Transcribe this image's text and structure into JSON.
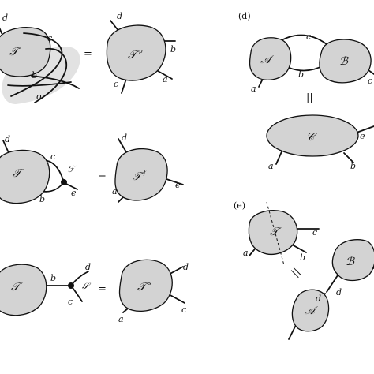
{
  "panel_labels": {
    "d": "(d)",
    "e": "(e)"
  },
  "equals": {
    "sign": "=",
    "vertical_d": "||",
    "vertical_e": "||"
  },
  "row1": {
    "left": {
      "tensor": "𝒯",
      "legs": [
        "d",
        "c",
        "b"
      ],
      "region": "σ"
    },
    "right": {
      "tensor": "𝒯",
      "sup": "p",
      "legs": [
        "d",
        "b",
        "a",
        "c"
      ]
    }
  },
  "row2": {
    "left": {
      "tensor": "𝒯",
      "legs": [
        "d",
        "c",
        "b",
        "e"
      ],
      "node": "ℱ"
    },
    "right": {
      "tensor": "𝒯",
      "sup": "f",
      "legs": [
        "d",
        "a",
        "e"
      ]
    }
  },
  "row3": {
    "left": {
      "tensor": "𝒯",
      "legs": [
        "b",
        "d",
        "c"
      ],
      "node": "𝒮"
    },
    "right": {
      "tensor": "𝒯",
      "sup": "s",
      "legs": [
        "d",
        "a",
        "c"
      ]
    }
  },
  "panel_d": {
    "top": {
      "A": "𝒜",
      "B": "ℬ",
      "legs": [
        "a",
        "c",
        "b",
        "c"
      ]
    },
    "bottom": {
      "C": "𝒞",
      "legs": [
        "a",
        "e",
        "b"
      ]
    }
  },
  "panel_e": {
    "top": {
      "tensor": "𝒯",
      "legs": [
        "a",
        "c",
        "b"
      ]
    },
    "right": {
      "B": "ℬ",
      "legs": [
        "d"
      ]
    },
    "bottom": {
      "A": "𝒜",
      "legs": [
        "d"
      ]
    }
  }
}
